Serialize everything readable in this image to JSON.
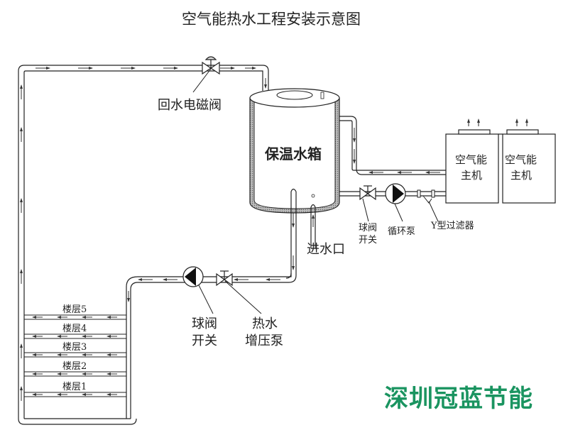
{
  "title": "空气能热水工程安装示意图",
  "labels": {
    "return_solenoid_valve": "回水电磁阀",
    "tank": "保温水箱",
    "heat_pump_1_line1": "空气能",
    "heat_pump_1_line2": "主机",
    "heat_pump_2_line1": "空气能",
    "heat_pump_2_line2": "主机",
    "ball_valve_right_line1": "球阀",
    "ball_valve_right_line2": "开关",
    "circulation_pump": "循环泵",
    "y_filter": "Y型过滤器",
    "water_inlet": "进水口",
    "ball_valve_left_line1": "球阀",
    "ball_valve_left_line2": "开关",
    "booster_pump_line1": "热水",
    "booster_pump_line2": "增压泵"
  },
  "floors": [
    "楼层5",
    "楼层4",
    "楼层3",
    "楼层2",
    "楼层1"
  ],
  "brand": {
    "text": "深圳冠蓝节能",
    "color": "#1a9460"
  }
}
